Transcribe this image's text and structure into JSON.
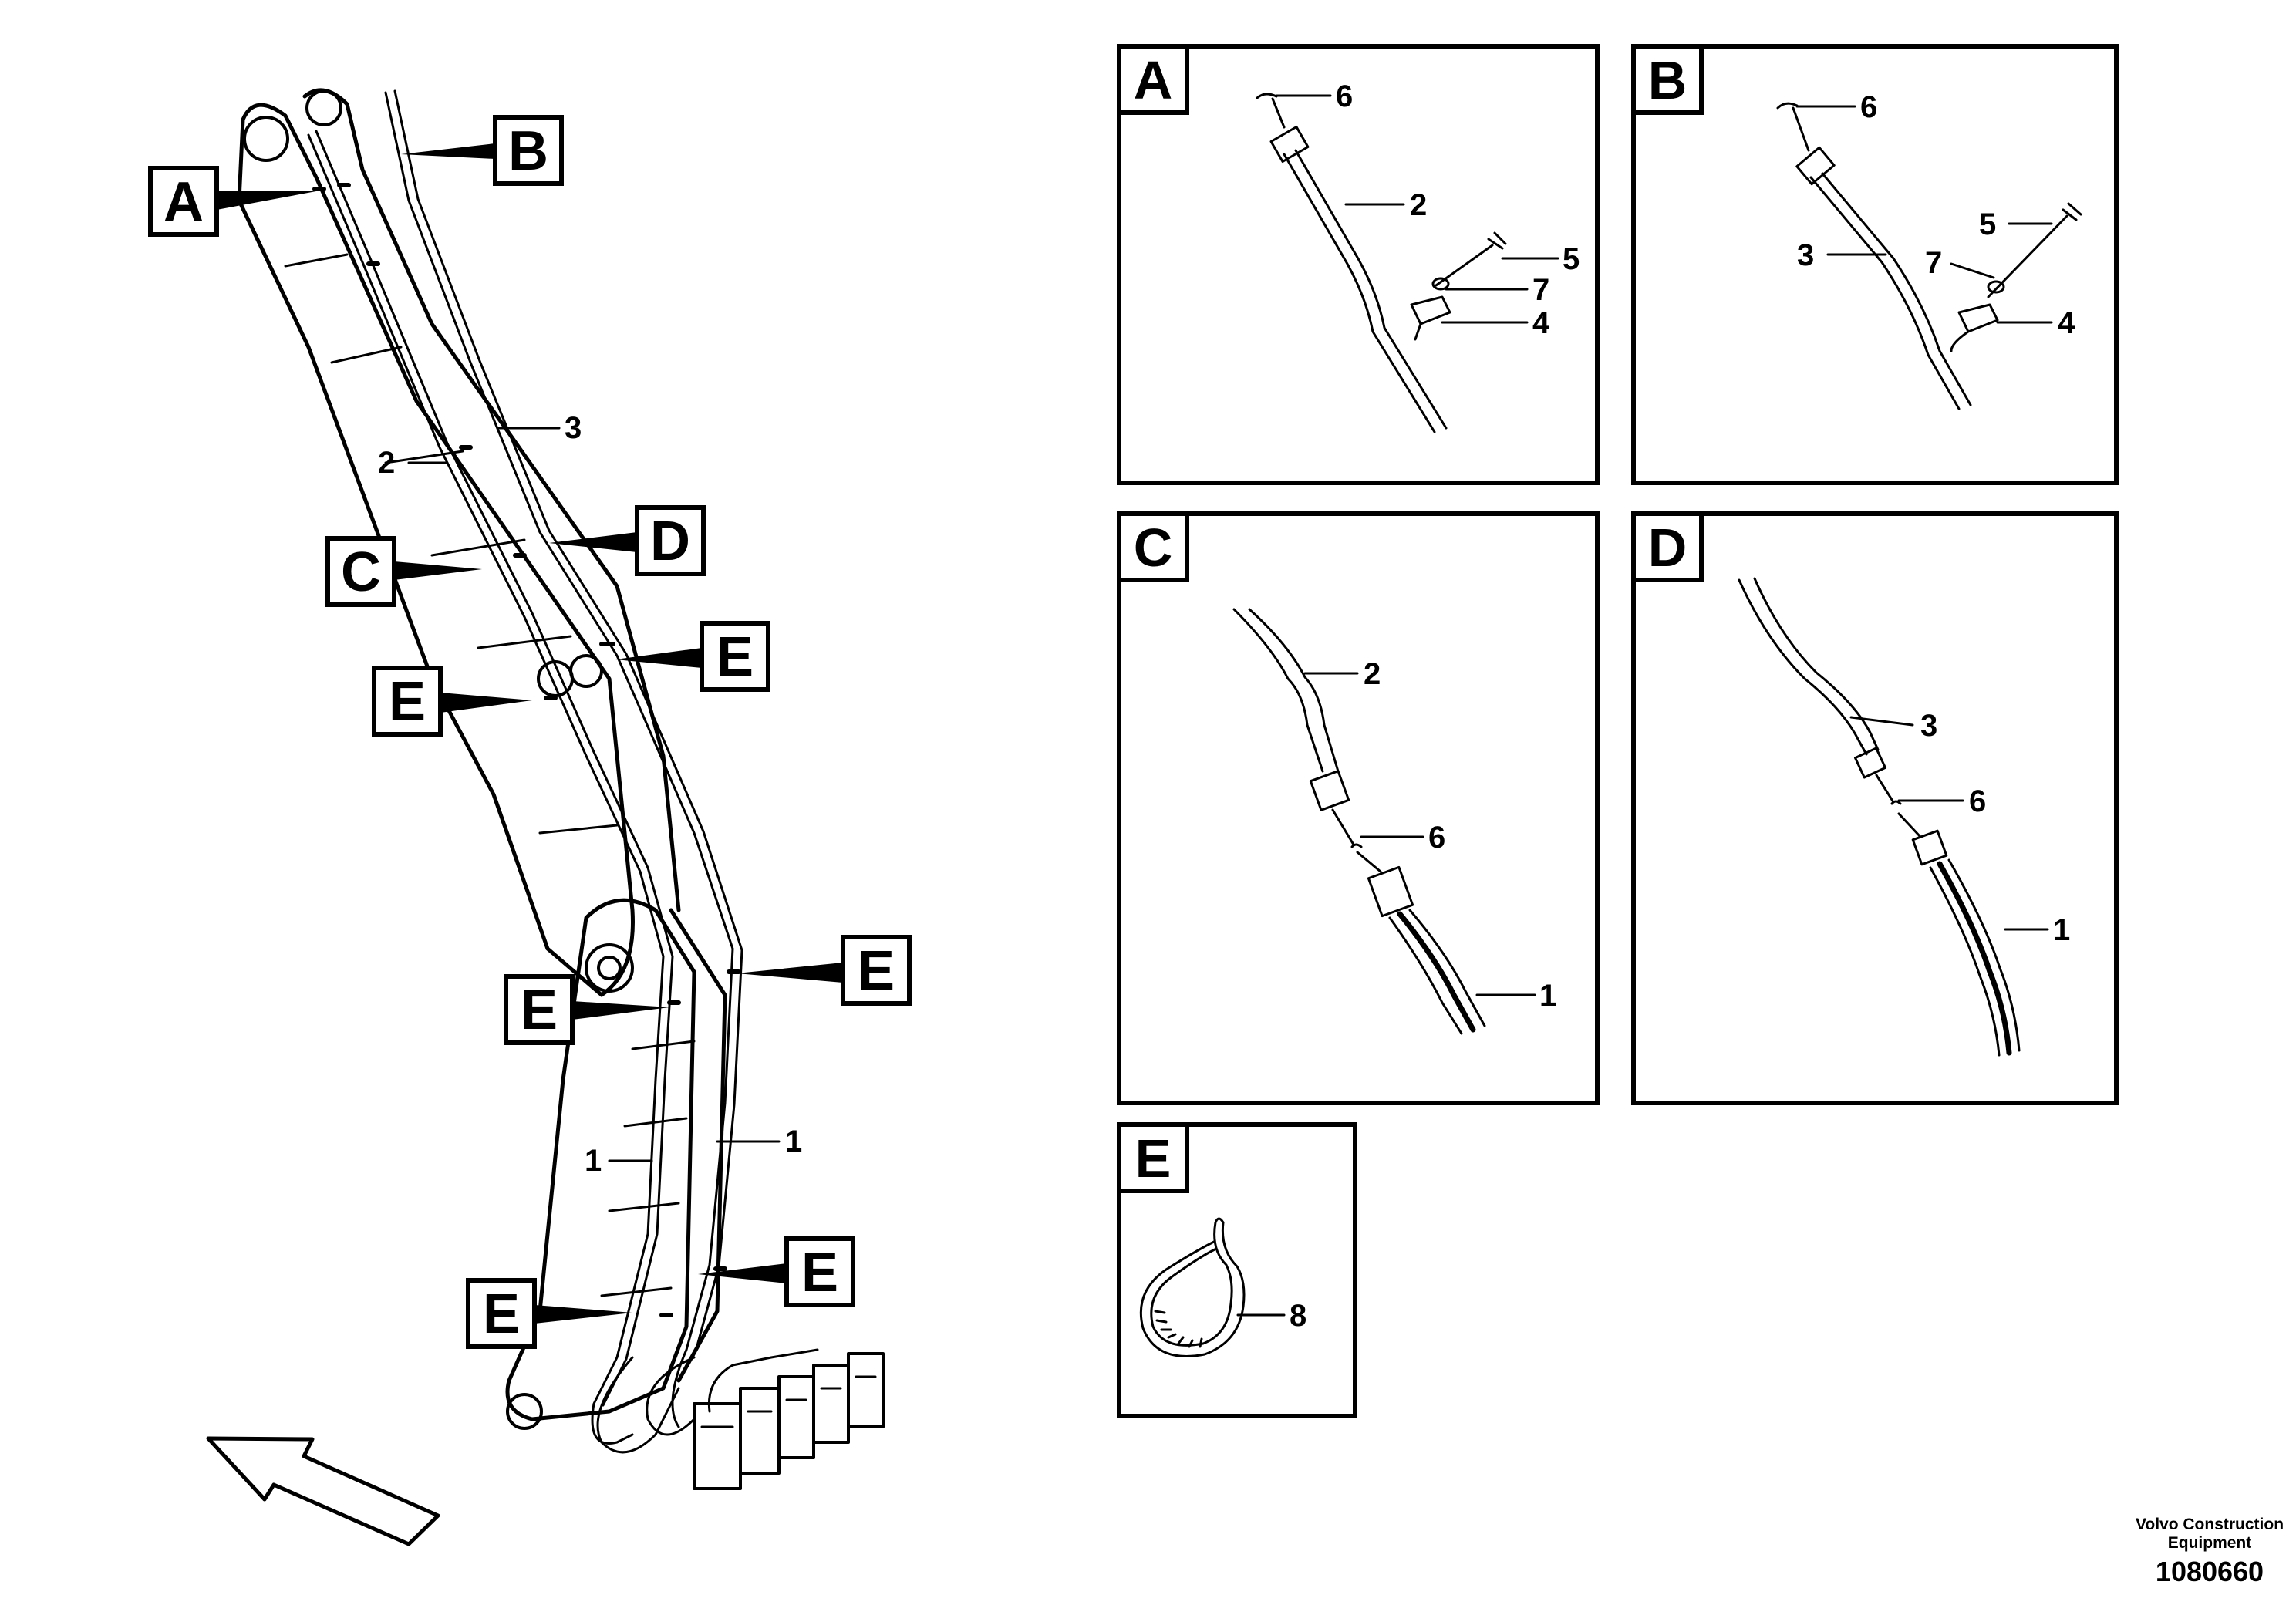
{
  "credit": {
    "line1": "Volvo Construction",
    "line2": "Equipment",
    "code": "1080660"
  },
  "callouts": {
    "A": "A",
    "B": "B",
    "C": "C",
    "D": "D",
    "E": "E"
  },
  "panels": {
    "A": {
      "title": "A",
      "labels": {
        "p6": "6",
        "p2": "2",
        "p5": "5",
        "p7": "7",
        "p4": "4"
      }
    },
    "B": {
      "title": "B",
      "labels": {
        "p6": "6",
        "p3": "3",
        "p5": "5",
        "p7": "7",
        "p4": "4"
      }
    },
    "C": {
      "title": "C",
      "labels": {
        "p2": "2",
        "p6": "6",
        "p1": "1"
      }
    },
    "D": {
      "title": "D",
      "labels": {
        "p3": "3",
        "p6": "6",
        "p1": "1"
      }
    },
    "E": {
      "title": "E",
      "labels": {
        "p8": "8"
      }
    }
  },
  "main_labels": {
    "l3": "3",
    "l2": "2",
    "l1a": "1",
    "l1b": "1"
  }
}
